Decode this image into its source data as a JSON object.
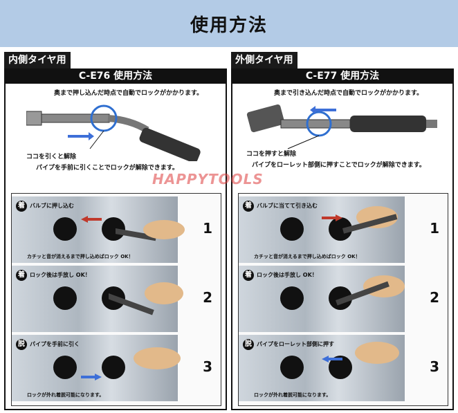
{
  "title": "使用方法",
  "watermark": "HAPPYTOOLS",
  "left": {
    "tag": "内側タイヤ用",
    "model": "C-E76 使用方法",
    "intro": "奥まで押し込んだ時点で自動でロックがかかります。",
    "release_label": "ココを引くと解除",
    "release_note": "パイプを手前に引くことでロックが解除できます。",
    "steps": [
      {
        "badge": "着",
        "label": "バルブに押し込む",
        "note": "カチッと音が消えるまで押し込めばロック OK！",
        "number": "1"
      },
      {
        "badge": "着",
        "label": "ロック後は手放し OK！",
        "note": "",
        "number": "2"
      },
      {
        "badge": "脱",
        "label": "パイプを手前に引く",
        "note": "ロックが外れ着脱可能になります。",
        "number": "3"
      }
    ]
  },
  "right": {
    "tag": "外側タイヤ用",
    "model": "C-E77 使用方法",
    "intro": "奥まで引き込んだ時点で自動でロックがかかります。",
    "release_label": "ココを押すと解除",
    "release_note": "パイプをローレット部側に押すことでロックが解除できます。",
    "steps": [
      {
        "badge": "着",
        "label": "バルブに当てて引き込む",
        "note": "カチッと音が消えるまで押し込めばロック OK！",
        "number": "1"
      },
      {
        "badge": "着",
        "label": "ロック後は手放し OK！",
        "note": "",
        "number": "2"
      },
      {
        "badge": "脱",
        "label": "パイプをローレット部側に押す",
        "note": "ロックが外れ着脱可能になります。",
        "number": "3"
      }
    ]
  },
  "colors": {
    "banner": "#b3cbe6",
    "circle": "#2f6fd0",
    "arrow_blue": "#3d6fd8",
    "arrow_red": "#c0392b",
    "hand": "#e2b98a"
  }
}
